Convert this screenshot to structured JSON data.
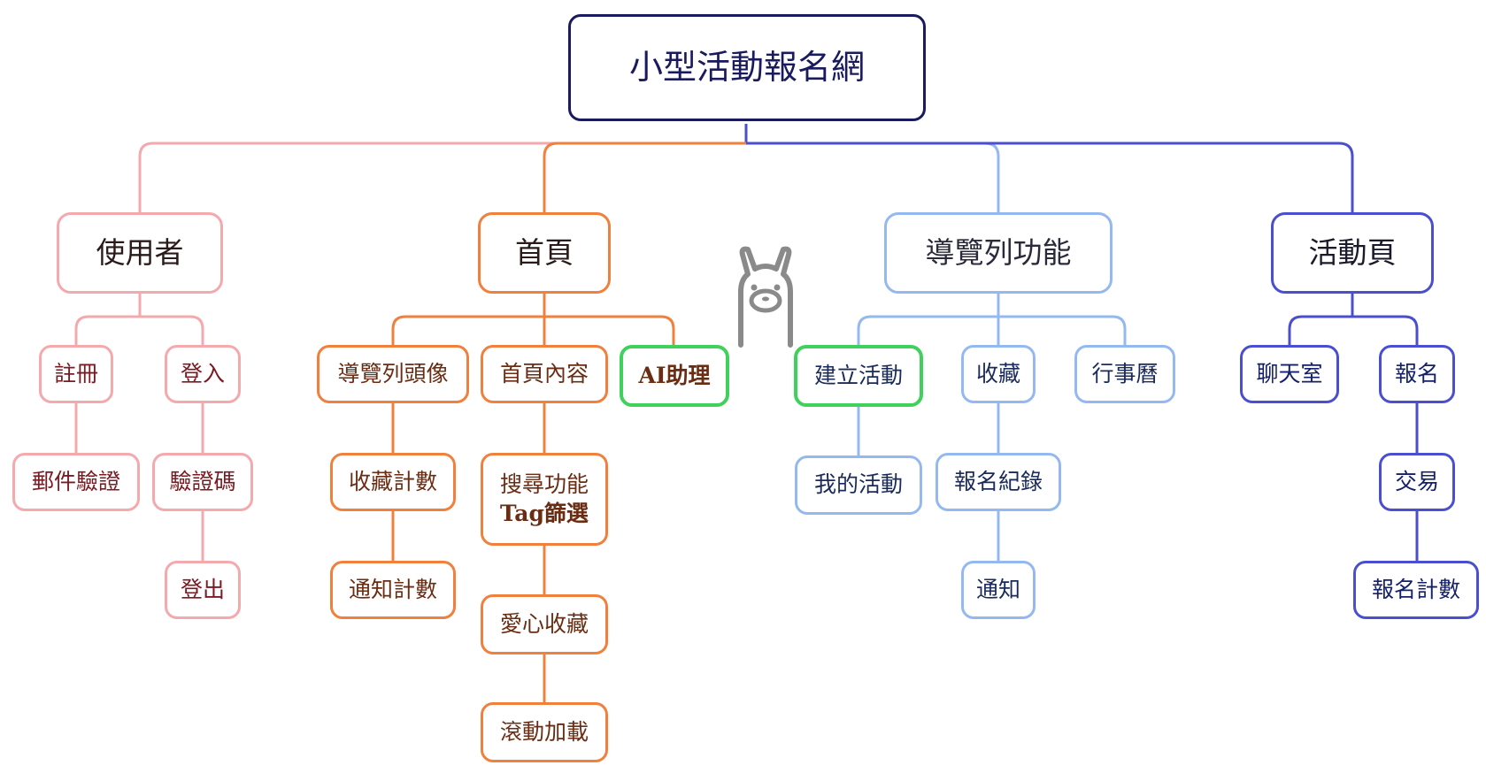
{
  "root": "小型活動報名網",
  "branches": {
    "user": {
      "label": "使用者",
      "register": "註冊",
      "email_verify": "郵件驗證",
      "login": "登入",
      "verify_code": "驗證碼",
      "logout": "登出"
    },
    "home": {
      "label": "首頁",
      "nav_avatar": "導覽列頭像",
      "fav_count": "收藏計數",
      "notify_count": "通知計數",
      "content": "首頁內容",
      "search_line1": "搜尋功能",
      "search_line2": "Tag篩選",
      "heart_fav": "愛心收藏",
      "scroll_load": "滾動加載",
      "ai": "AI助理"
    },
    "navbar": {
      "label": "導覽列功能",
      "create": "建立活動",
      "my_events": "我的活動",
      "favorites": "收藏",
      "signup_records": "報名紀錄",
      "notify": "通知",
      "calendar": "行事曆"
    },
    "event": {
      "label": "活動頁",
      "chat": "聊天室",
      "signup": "報名",
      "transaction": "交易",
      "signup_count": "報名計數"
    }
  },
  "colors": {
    "root": "#1a1a5e",
    "user": "#f4a9ad",
    "home": "#f0803c",
    "navbar": "#94b8f0",
    "event": "#4a4fd0",
    "highlight": "#3fd15b",
    "mascot": "#8a8a8a"
  },
  "mascot_icon": "llama-icon"
}
